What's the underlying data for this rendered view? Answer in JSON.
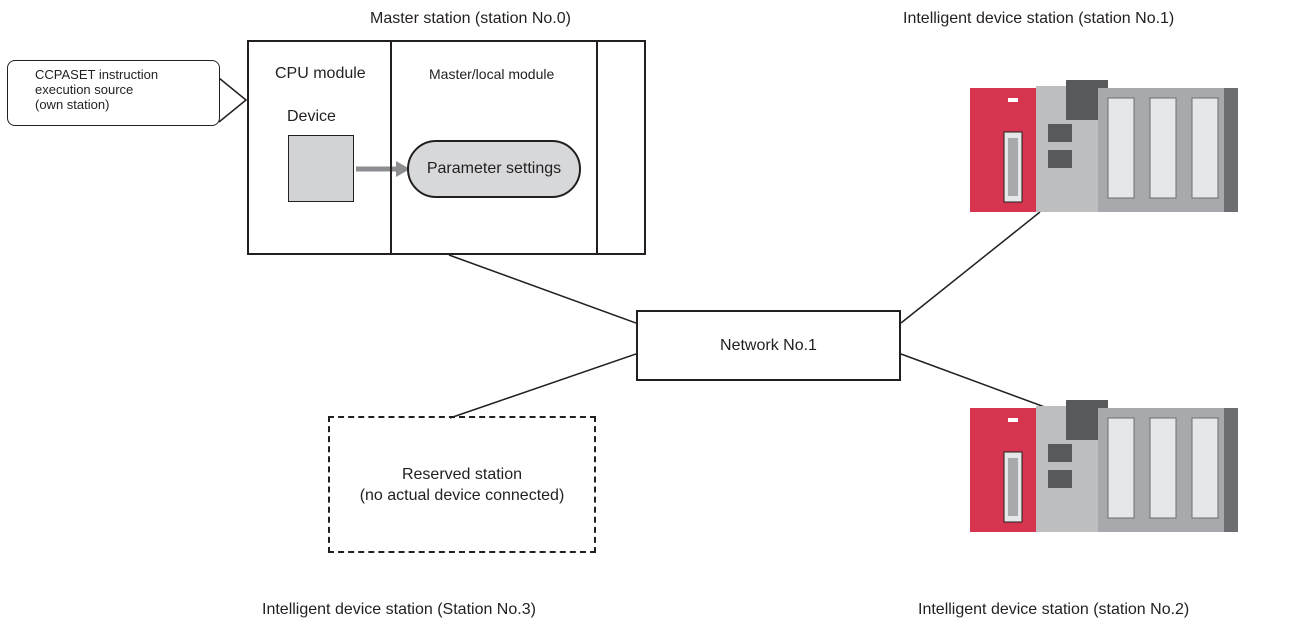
{
  "master": {
    "title": "Master station (station No.0)",
    "cpu_label": "CPU module",
    "device_label": "Device",
    "master_local_label": "Master/local module",
    "param_label": "Parameter settings"
  },
  "callout": {
    "line1": "CCPASET instruction",
    "line2": "execution source",
    "line3": "(own station)"
  },
  "network": {
    "label": "Network No.1"
  },
  "reserved": {
    "line1": "Reserved station",
    "line2": "(no actual device connected)"
  },
  "stations": {
    "station1_label": "Intelligent device station (station No.1)",
    "station2_label": "Intelligent device station (station No.2)",
    "station3_label": "Intelligent device station (Station No.3)"
  },
  "colors": {
    "plc_power": "#d7344f",
    "plc_body": "#a7a9ac",
    "plc_dark": "#58595b",
    "plc_io": "#e6e7e8",
    "fill_gray": "#d1d3d4",
    "line": "#231f20"
  }
}
